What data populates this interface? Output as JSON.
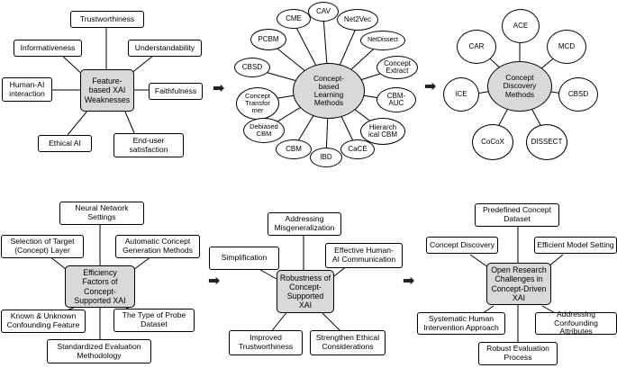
{
  "d1": {
    "hub": "Feature-\nbased XAI\nWeaknesses",
    "nodes": [
      "Trustworthiness",
      "Informativeness",
      "Understandability",
      "Human-AI\ninteraction",
      "Faithfulness",
      "Ethical AI",
      "End-user\nsatisfaction"
    ]
  },
  "d2": {
    "hub": "Concept-\nbased\nLearning\nMethods",
    "nodes": [
      "CAV",
      "CME",
      "Net2Vec",
      "PCBM",
      "NetDissect",
      "CBSD",
      "Concept\nExtract",
      "Concept\nTransfor\nmer",
      "CBM-\nAUC",
      "Debiased\nCBM",
      "Hierarch\nical CBM",
      "CBM",
      "CaCE",
      "IBD"
    ]
  },
  "d3": {
    "hub": "Concept\nDiscovery\nMethods",
    "nodes": [
      "ACE",
      "CAR",
      "MCD",
      "ICE",
      "CBSD",
      "CoCoX",
      "DISSECT"
    ]
  },
  "d4": {
    "hub": "Efficiency\nFactors of\nConcept-\nSupported XAI",
    "nodes": [
      "Neural Network\nSettings",
      "Selection of Target\n(Concept) Layer",
      "Automatic Concept\nGeneration Methods",
      "Known & Unknown\nConfounding Feature",
      "The Type of Probe\nDataset",
      "Standardized Evaluation\nMethodology"
    ]
  },
  "d5": {
    "hub": "Robustness of\nConcept-\nSupported\nXAI",
    "nodes": [
      "Addressing\nMisgeneralization",
      "Simplification",
      "Effective Human-\nAI Communication",
      "Improved\nTrustworthiness",
      "Strengthen Ethical\nConsiderations"
    ]
  },
  "d6": {
    "hub": "Open Research\nChallenges in\nConcept-Driven\nXAI",
    "nodes": [
      "Predefined Concept\nDataset",
      "Concept Discovery",
      "Efficient Model Setting",
      "Systematic Human\nIntervention Approach",
      "Addressing\nConfounding Attributes",
      "Robust Evaluation\nProcess"
    ]
  }
}
